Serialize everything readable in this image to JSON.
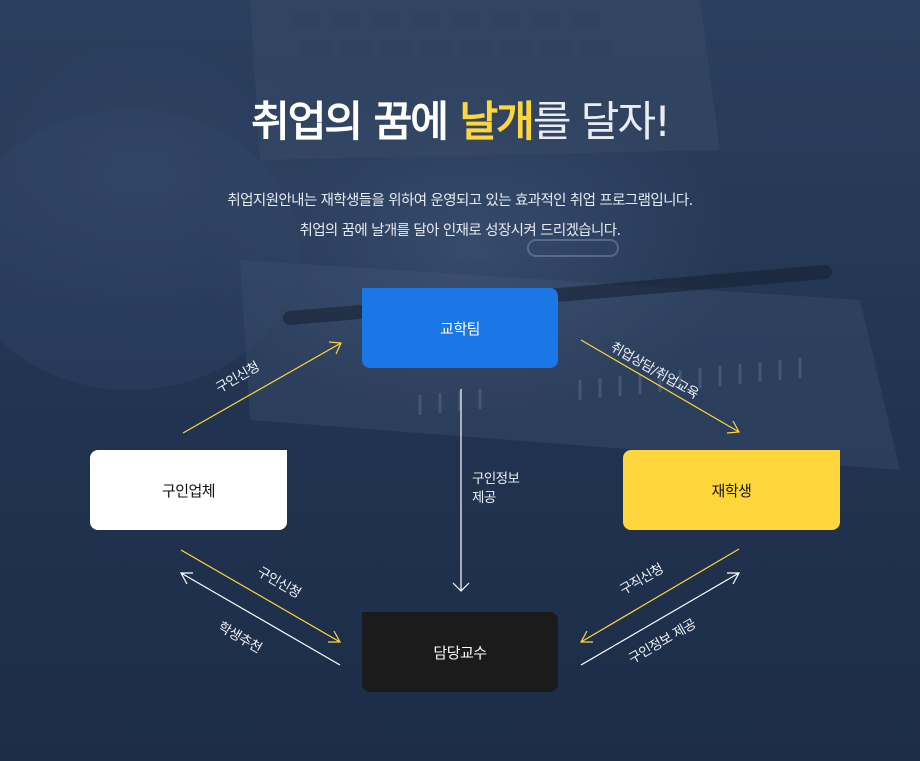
{
  "header": {
    "title_part1": "취업의 꿈에 ",
    "title_highlight": "날개",
    "title_part2": "를 달자!",
    "description_line1": "취업지원안내는 재학생들을 위하여 운영되고 있는 효과적인 취업 프로그램입니다.",
    "description_line2": "취업의 꿈에 날개를 달아 인재로 성장시켜 드리겠습니다."
  },
  "nodes": {
    "top": "교학팀",
    "left": "구인업체",
    "right": "재학생",
    "bottom": "담당교수"
  },
  "edges": {
    "left_to_top": "구인신청",
    "top_to_right": "취업상담/취업교육",
    "top_to_bottom_line1": "구인정보",
    "top_to_bottom_line2": "제공",
    "left_to_bottom": "구인신청",
    "bottom_to_left": "학생추천",
    "right_to_bottom": "구직신청",
    "bottom_to_right": "구인정보 제공"
  },
  "colors": {
    "accent_yellow": "#ffd63c",
    "accent_blue": "#1a78e6",
    "background_navy": "#243754",
    "node_dark": "#1b1b1c"
  }
}
